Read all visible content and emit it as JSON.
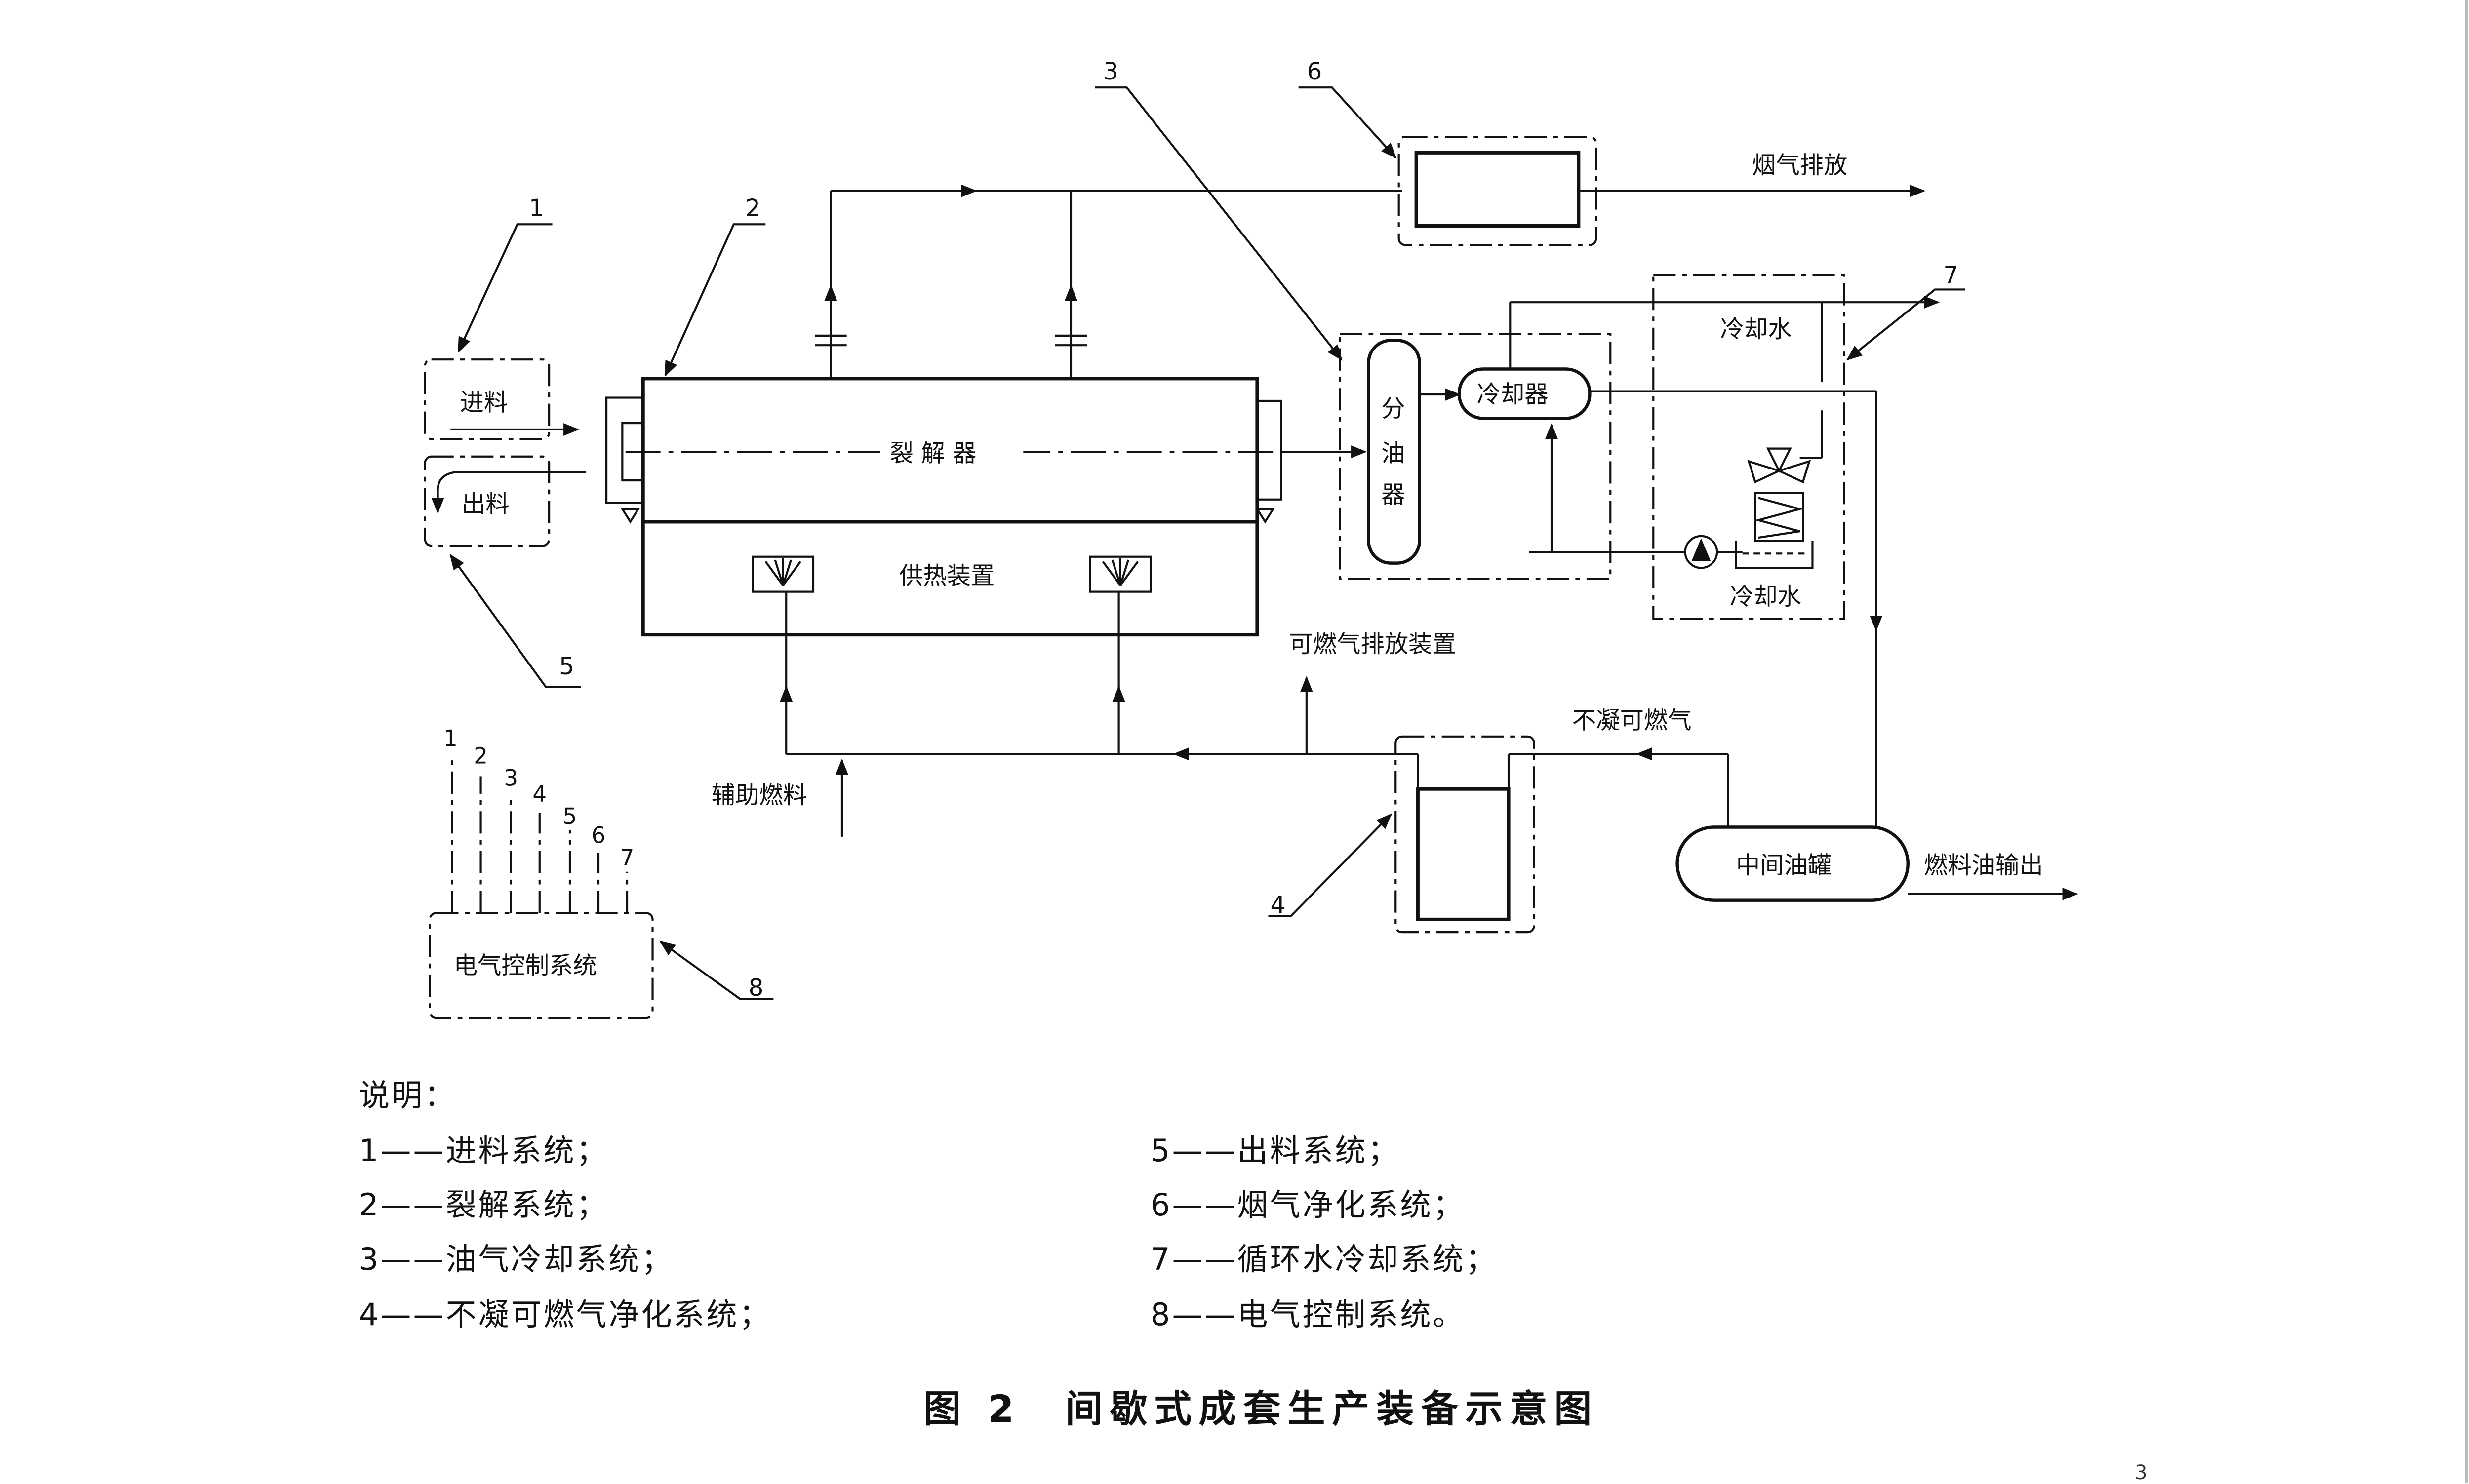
{
  "diagram": {
    "callouts": [
      "1",
      "2",
      "3",
      "4",
      "5",
      "6",
      "7",
      "8"
    ],
    "labels": {
      "feed": "进料",
      "discharge": "出料",
      "reactor": "裂 解 器",
      "heater": "供热装置",
      "separator_chars": [
        "分",
        "油",
        "器"
      ],
      "cooler": "冷却器",
      "cooling_water_top": "冷却水",
      "cooling_water_bottom": "冷却水",
      "flue_gas": "烟气排放",
      "combustible_vent": "可燃气排放装置",
      "noncondensable": "不凝可燃气",
      "aux_fuel": "辅助燃料",
      "oil_tank": "中间油罐",
      "fuel_oil_out": "燃料油输出",
      "control_system": "电气控制系统",
      "control_inputs": [
        "1",
        "2",
        "3",
        "4",
        "5",
        "6",
        "7"
      ]
    }
  },
  "legend": {
    "title": "说明：",
    "items": [
      "1——进料系统；",
      "2——裂解系统；",
      "3——油气冷却系统；",
      "4——不凝可燃气净化系统；",
      "5——出料系统；",
      "6——烟气净化系统；",
      "7——循环水冷却系统；",
      "8——电气控制系统。"
    ]
  },
  "caption": "图 2　间歇式成套生产装备示意图",
  "page_number": "3"
}
